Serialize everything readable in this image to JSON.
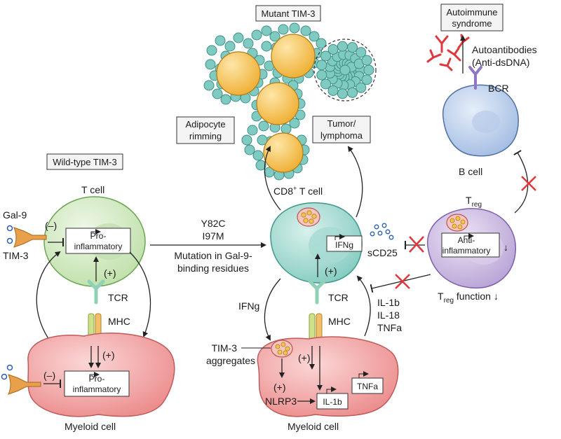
{
  "boxes": {
    "mutant": "Mutant TIM-3",
    "autoimmune_1": "Autoimmune",
    "autoimmune_2": "syndrome",
    "adipocyte_1": "Adipocyte",
    "adipocyte_2": "rimming",
    "tumor_1": "Tumor/",
    "tumor_2": "lymphoma",
    "wildtype": "Wild-type TIM-3"
  },
  "labels": {
    "autoantibodies_1": "Autoantibodies",
    "autoantibodies_2": "(Anti-dsDNA)",
    "bcr": "BCR",
    "b_cell": "B cell",
    "t_cell": "T cell",
    "cd8_pre": "CD8",
    "cd8_sup": "+",
    "cd8_post": " T cell",
    "treg_main": "T",
    "treg_sub": "reg",
    "gal9": "Gal-9",
    "tim3": "TIM-3",
    "minus": "(–)",
    "plus": "(+)",
    "pro_1": "Pro-",
    "pro_2": "inflammatory",
    "tcr": "TCR",
    "mhc": "MHC",
    "mut_1": "Y82C",
    "mut_2": "I97M",
    "mut_3": "Mutation in Gal-9-",
    "mut_4": "binding residues",
    "ifng": "IFNg",
    "scd25": "sCD25",
    "anti_1": "Anti-",
    "anti_2": "inflammatory",
    "down_arrow": "↓",
    "treg_func_main": "T",
    "treg_func_sub": "reg",
    "treg_func_rest": " function",
    "il1b": "IL-1b",
    "il18": "IL-18",
    "tnfa": "TNFa",
    "tim3_agg_1": "TIM-3",
    "tim3_agg_2": "aggregates",
    "nlrp3": "NLRP3",
    "il1b_box": "IL-1b",
    "tnfa_box": "TNFa",
    "myeloid_left": "Myeloid cell",
    "myeloid_right": "Myeloid cell"
  },
  "colors": {
    "tcell_green": "#cfe7bf",
    "cd8_teal": "#9ed9cf",
    "treg_purple": "#cbbbe0",
    "bcell_blue": "#b7cbe8",
    "myeloid_red": "#f2a3a3",
    "adipocyte_yellow": "#f6c350",
    "cluster_teal": "#7fcbc2",
    "antibody_red": "#e0373c"
  }
}
